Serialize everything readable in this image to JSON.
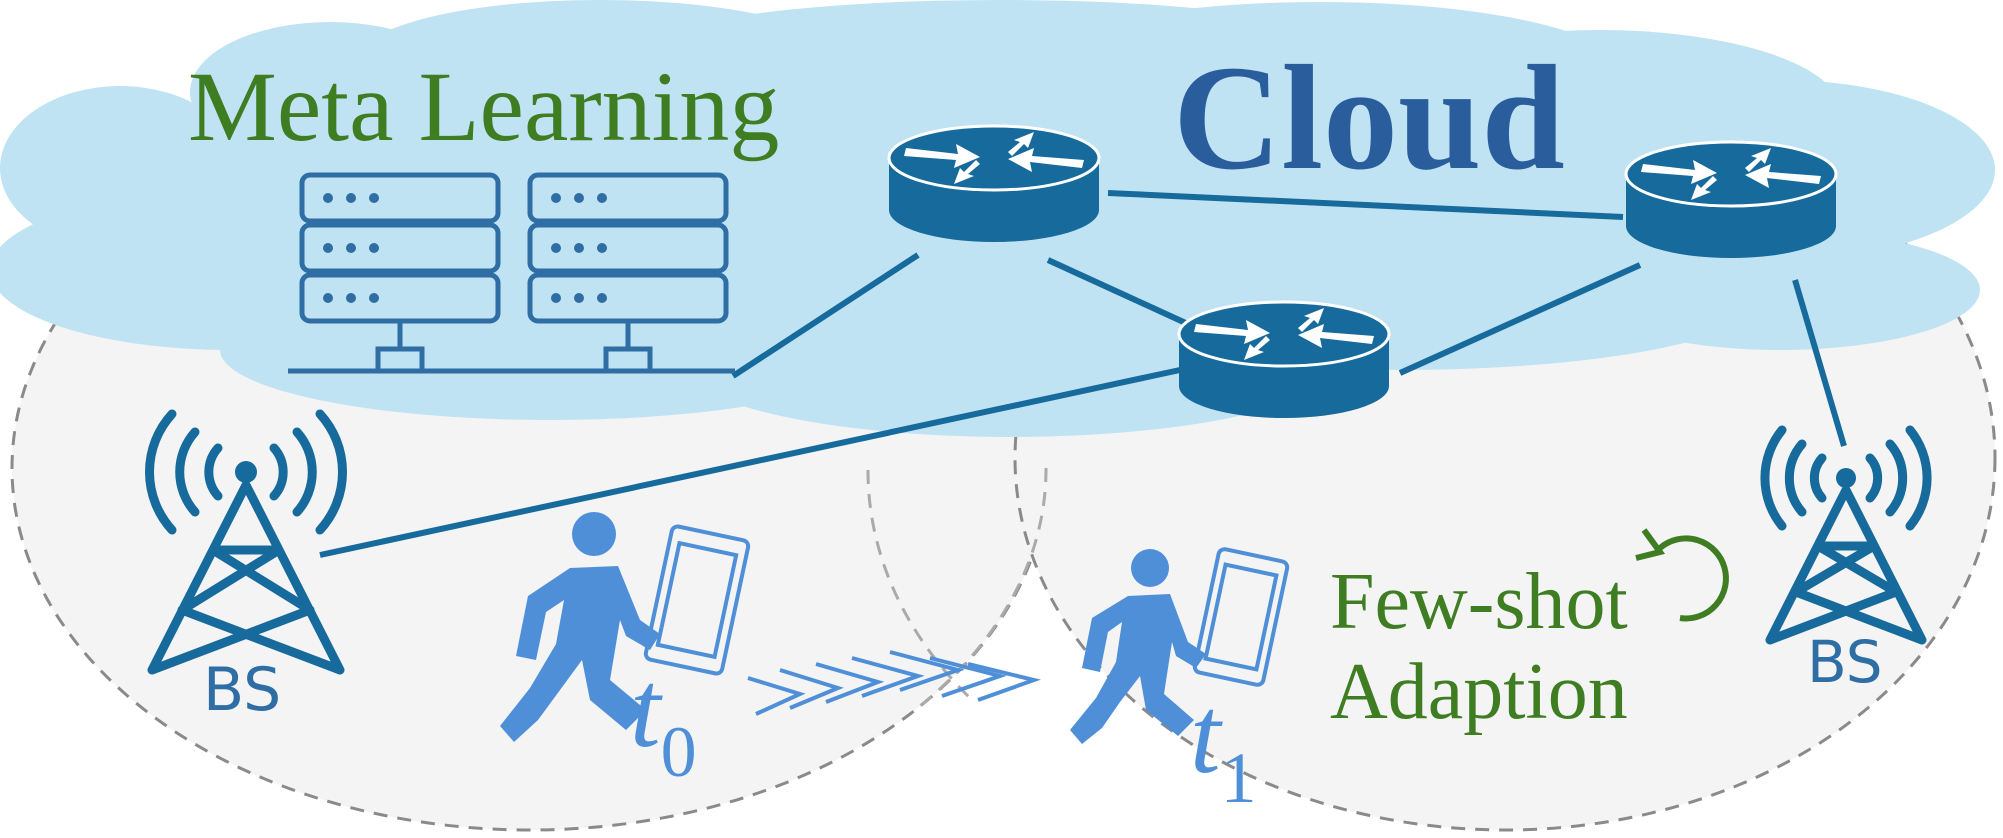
{
  "labels": {
    "meta_learning": "Meta Learning",
    "cloud": "Cloud",
    "few_shot_line1": "Few-shot",
    "few_shot_line2": "Adaption",
    "bs_left": "BS",
    "bs_right": "BS",
    "time_left_base": "t",
    "time_left_sub": "0",
    "time_right_base": "t",
    "time_right_sub": "1"
  },
  "colors": {
    "cloud_fill": "#c0e3f3",
    "coverage_fill": "#f4f4f4",
    "coverage_stroke": "#8a8a8a",
    "network_blue": "#176a9c",
    "server_blue": "#2e6ea4",
    "person_blue": "#4f8fd8",
    "text_green": "#3f7d22",
    "cloud_text": "#2a5d9c",
    "arrow_blue": "#4f8fd8"
  },
  "icons": {
    "server": "server-rack-icon",
    "router": "router-icon",
    "tower": "cell-tower-icon",
    "person": "walking-person-icon",
    "phone": "smartphone-icon",
    "adapt": "circular-arrow-icon",
    "move": "chevron-right-icon"
  }
}
